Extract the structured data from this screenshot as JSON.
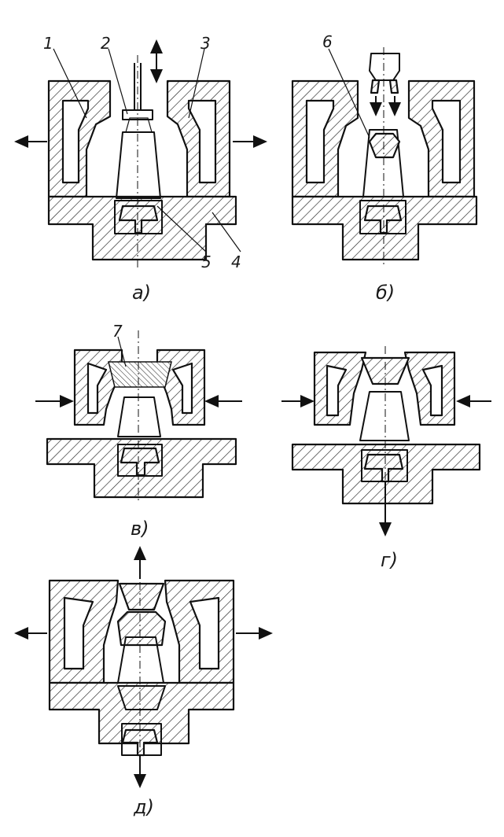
{
  "figure": {
    "panels": [
      {
        "id": "a",
        "label": "а)"
      },
      {
        "id": "b",
        "label": "б)"
      },
      {
        "id": "v",
        "label": "в)"
      },
      {
        "id": "g",
        "label": "г)"
      },
      {
        "id": "d",
        "label": "д)"
      }
    ],
    "callouts": [
      "1",
      "2",
      "3",
      "4",
      "5",
      "6",
      "7"
    ]
  }
}
